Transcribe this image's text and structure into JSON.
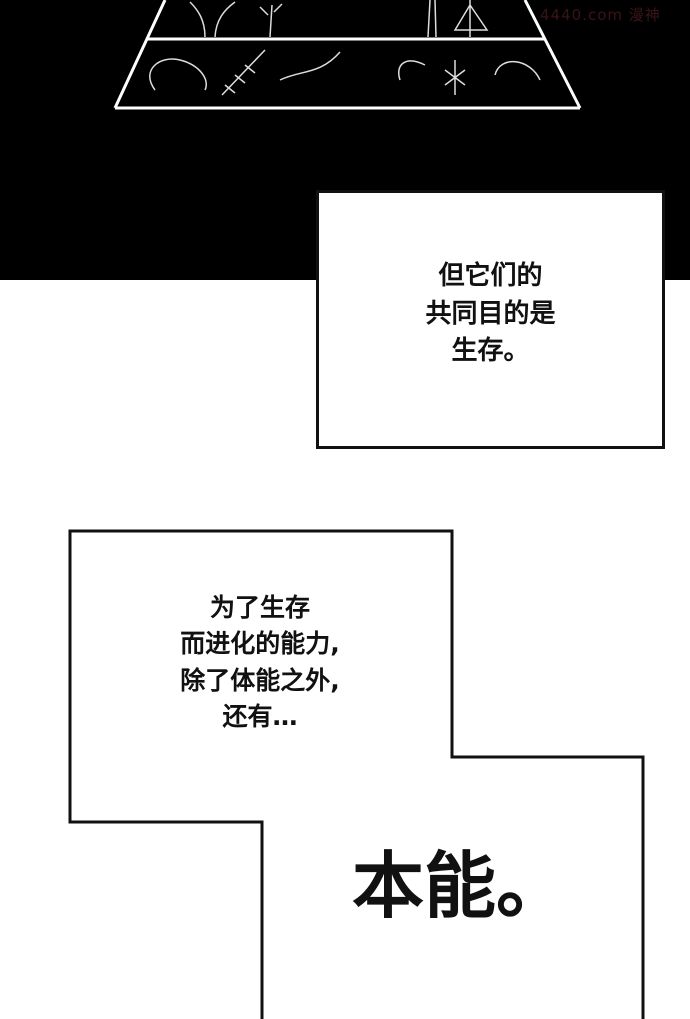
{
  "panel_top": {
    "watermark": "4440.com 漫神"
  },
  "caption_1": {
    "lines": [
      "但它们的",
      "共同目的是",
      "生存。"
    ]
  },
  "caption_2": {
    "lines": [
      "为了生存",
      "而进化的能力,",
      "除了体能之外,",
      "还有…"
    ]
  },
  "caption_3": {
    "text": "本能。"
  }
}
